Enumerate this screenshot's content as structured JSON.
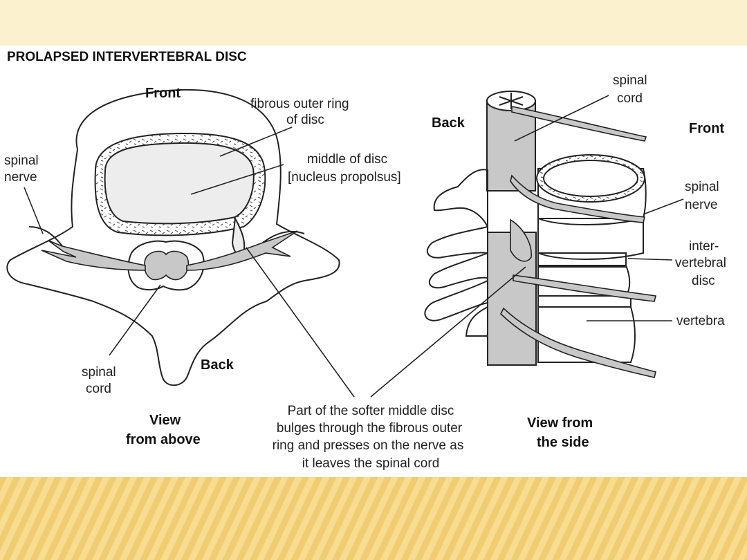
{
  "title": "PROLAPSED INTERVERTEBRAL DISC",
  "colors": {
    "top_band": "#fbf1cf",
    "bottom_band_stripe": "#f1cd72",
    "grey_fill": "#c8c8c8"
  },
  "top_view": {
    "front": "Front",
    "back": "Back",
    "fibrous_ring": [
      "fibrous outer ring",
      "of disc"
    ],
    "middle_disc": [
      "middle of disc",
      "[nucleus propolsus]"
    ],
    "spinal_nerve": [
      "spinal",
      "nerve"
    ],
    "spinal_cord": [
      "spinal",
      "cord"
    ],
    "caption": [
      "View",
      "from above"
    ]
  },
  "side_view": {
    "back": "Back",
    "front": "Front",
    "spinal_cord": [
      "spinal",
      "cord"
    ],
    "spinal_nerve": [
      "spinal",
      "nerve"
    ],
    "intervertebral_disc": [
      "inter-",
      "vertebral",
      "disc"
    ],
    "vertebra": "vertebra",
    "caption": [
      "View from",
      "the side"
    ]
  },
  "center_note": [
    "Part of the softer middle disc",
    "bulges through the fibrous outer",
    "ring and presses on the nerve as",
    "it leaves the spinal cord"
  ]
}
